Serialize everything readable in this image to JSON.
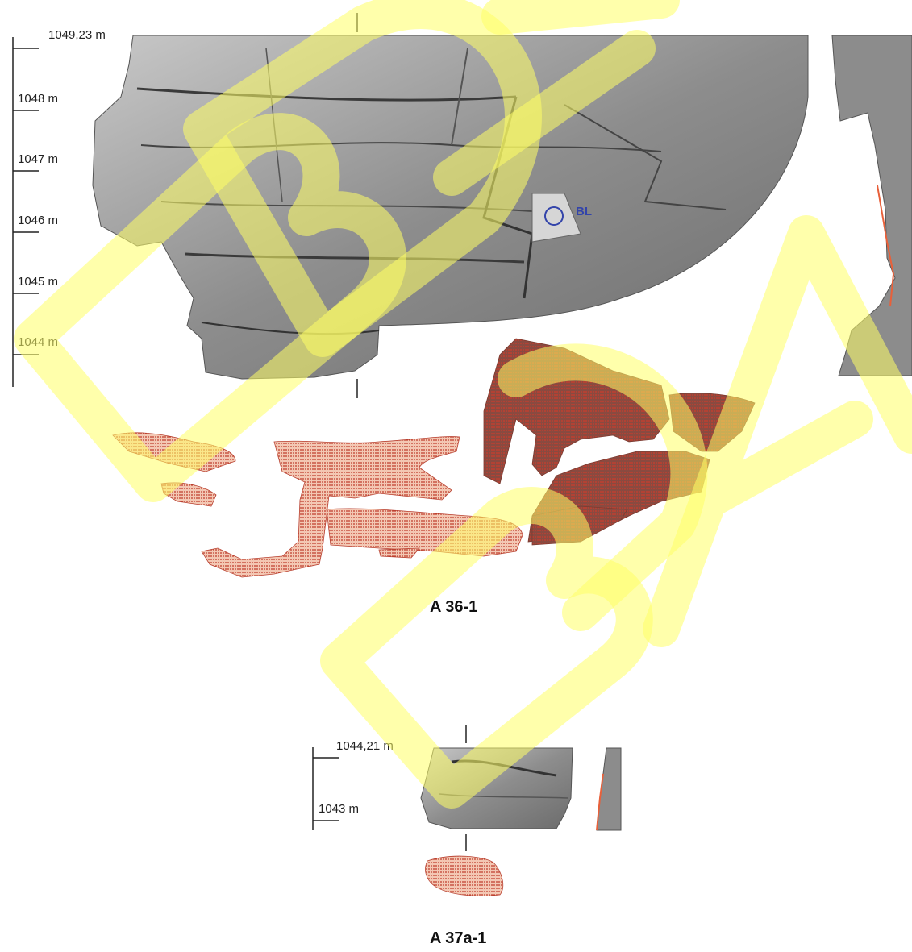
{
  "panels": [
    {
      "caption": "A 36-1",
      "scale_top_label": "1049,23 m",
      "scale_labels": [
        "1048 m",
        "1047 m",
        "1046 m",
        "1045 m",
        "1044 m"
      ],
      "marker_label": "BL"
    },
    {
      "caption": "A 37a-1",
      "scale_top_label": "1044,21 m",
      "scale_labels": [
        "1043 m"
      ]
    }
  ],
  "watermark": {
    "text": "BDA",
    "color": "#ffff66"
  },
  "colors": {
    "relief_gray": "#8a8a8a",
    "section_gray": "#8c8c8c",
    "section_edge": "#e8603a",
    "dressing_red": "#c0402f",
    "dressing_pale": "#f0b8a0",
    "marker_blue": "#3344aa"
  }
}
